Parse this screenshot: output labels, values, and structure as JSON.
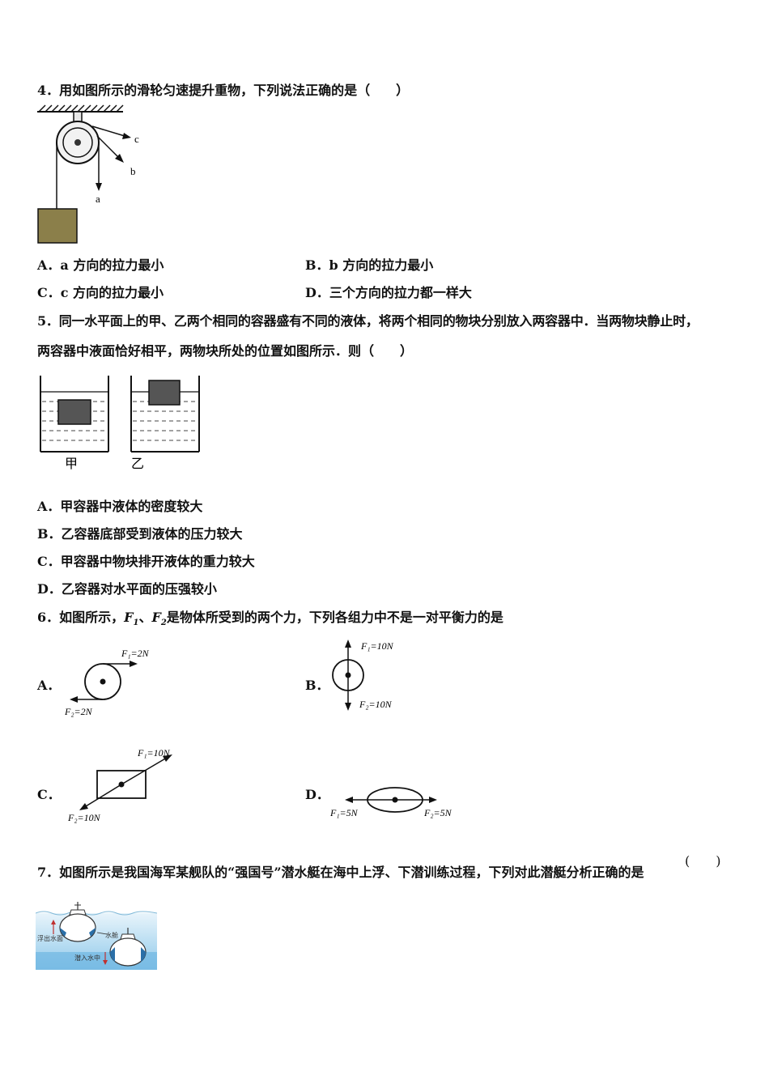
{
  "q4": {
    "stem": "4．用如图所示的滑轮匀速提升重物，下列说法正确的是（　　）",
    "fig_labels": {
      "a": "a",
      "b": "b",
      "c": "c"
    },
    "options": {
      "A": "A．a 方向的拉力最小",
      "B": "B．b 方向的拉力最小",
      "C": "C．c 方向的拉力最小",
      "D": "D．三个方向的拉力都一样大"
    }
  },
  "q5": {
    "stem_line1": "5．同一水平面上的甲、乙两个相同的容器盛有不同的液体，将两个相同的物块分别放入两容器中．当两物块静止时，",
    "stem_line2": "两容器中液面恰好相平，两物块所处的位置如图所示．则（　　）",
    "fig_labels": {
      "left": "甲",
      "right": "乙"
    },
    "options": {
      "A": "A．甲容器中液体的密度较大",
      "B": "B．乙容器底部受到液体的压力较大",
      "C": "C．甲容器中物块排开液体的重力较大",
      "D": "D．乙容器对水平面的压强较小"
    }
  },
  "q6": {
    "stem_pre": "6．如图所示，",
    "stem_f1": "F",
    "stem_f1_sub": "1",
    "stem_sep": "、",
    "stem_f2": "F",
    "stem_f2_sub": "2",
    "stem_post": "是物体所受到的两个力，下列各组力中不是一对平衡力的是",
    "option_letters": {
      "A": "A．",
      "B": "B．",
      "C": "C．",
      "D": "D．"
    },
    "figA": {
      "f1": "F₁=2N",
      "f2": "F₂=2N"
    },
    "figB": {
      "f1": "F₁=10N",
      "f2": "F₂=10N"
    },
    "figC": {
      "f1": "F₁=10N",
      "f2": "F₂=10N"
    },
    "figD": {
      "f1": "F₁=5N",
      "f2": "F₂=5N"
    }
  },
  "q7": {
    "stem": "7．如图所示是我国海军某舰队的“强国号”潜水艇在海中上浮、下潜训练过程，下列对此潜艇分析正确的是",
    "bracket": "(　　)",
    "fig_labels": {
      "float": "浮出水面",
      "tank": "水舱",
      "dive": "潜入水中"
    }
  }
}
